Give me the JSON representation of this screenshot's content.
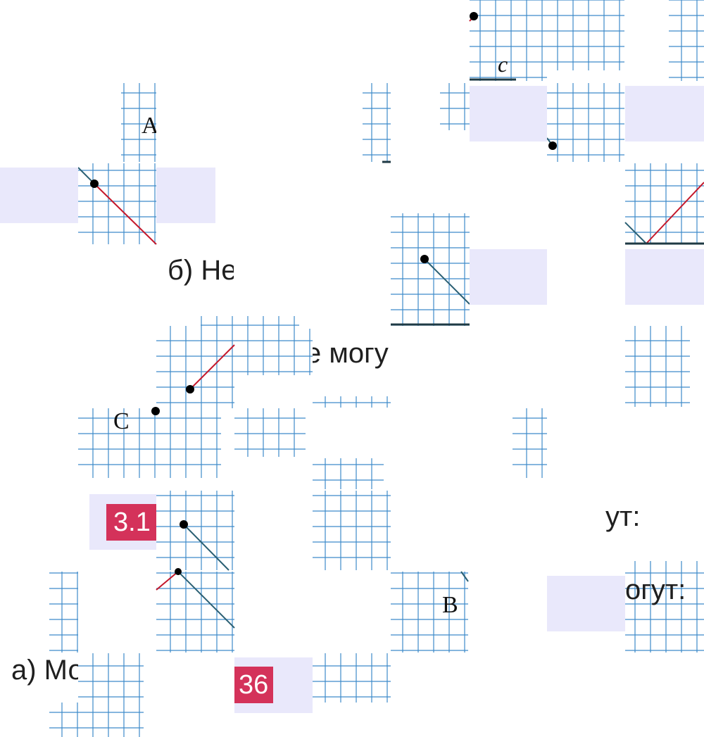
{
  "badges": {
    "left": "3.1",
    "bottom": "36"
  },
  "text": {
    "b_fragment": "б) Не",
    "mogu_fragment": "е могу",
    "ut_fragment": "ут:",
    "ogut_fragment": "огут:",
    "a_fragment": "а) Мо"
  },
  "labels": {
    "A": "A",
    "B": "B",
    "C": "C",
    "c": "c"
  },
  "colors": {
    "grid": "#3d8ac9",
    "red_segment": "#c4182b",
    "teal_segment": "#2a5f73",
    "badge": "#d4325a",
    "lavender": "#e9e8fb"
  }
}
